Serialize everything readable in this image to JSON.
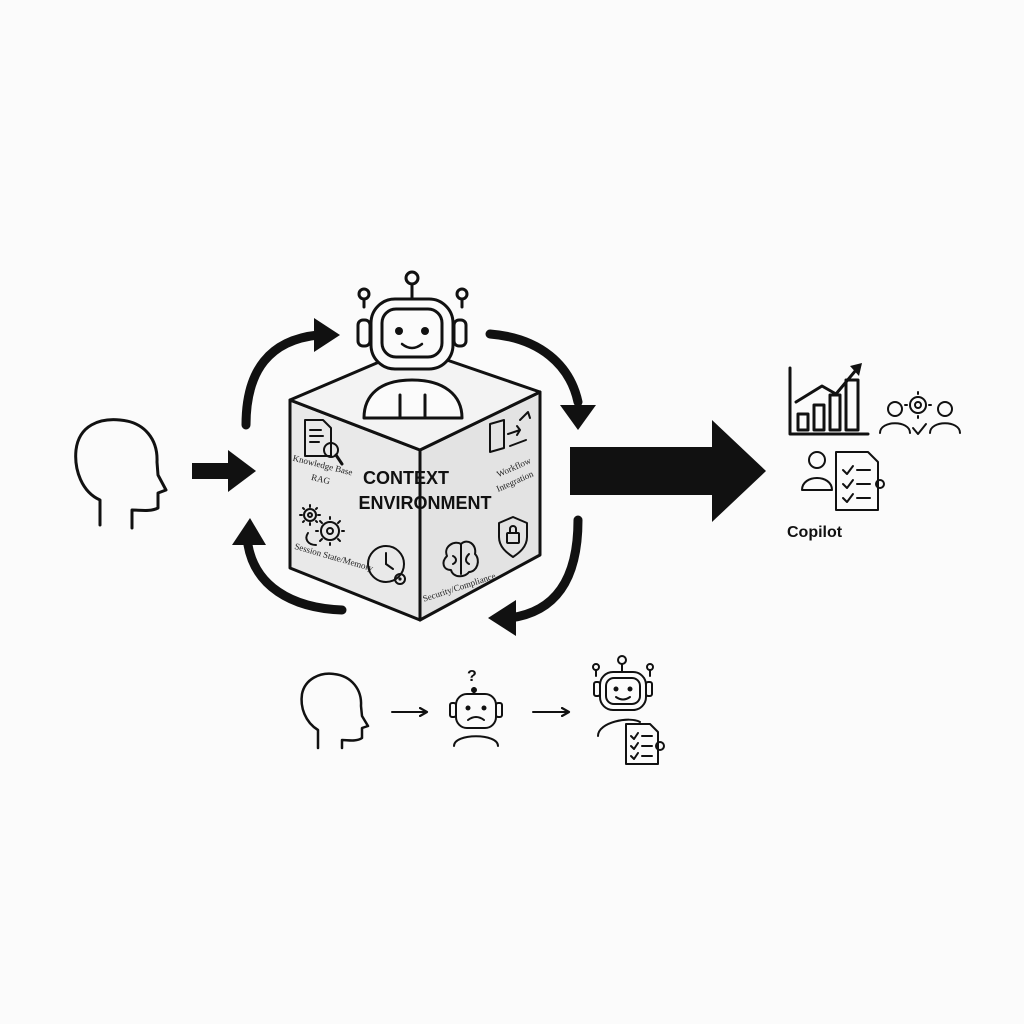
{
  "cube": {
    "title_line1": "CONTEXT",
    "title_line2": "ENVIRONMENT",
    "top_left_label_line1": "Knowledge Base",
    "top_left_label_line2": "RAG",
    "top_right_label_line1": "Workflow",
    "top_right_label_line2": "Integration",
    "bottom_left_label": "Session State/Memory",
    "bottom_right_label": "Security/Compliance"
  },
  "output": {
    "label": "Copilot"
  },
  "bottom_flow": {
    "question_mark": "?"
  }
}
